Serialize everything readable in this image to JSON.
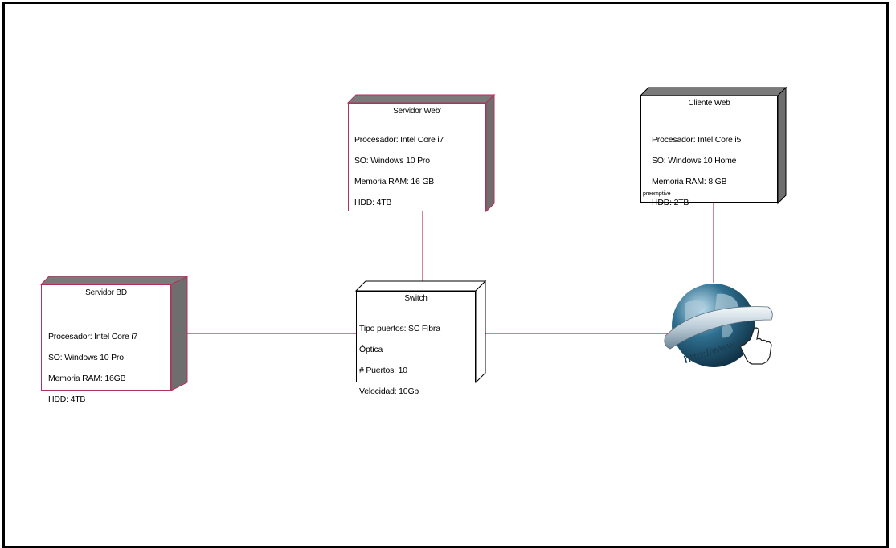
{
  "colors": {
    "node_border": "#b0315a",
    "plain_border": "#000000",
    "side_fill": "#6e6e6e",
    "top_fill": "#7a7a7a",
    "connector": "#b0315a"
  },
  "nodes": {
    "servidor_web": {
      "title": "Servidor Web'",
      "lines": [
        "Procesador: Intel Core i7",
        "SO: Windows 10 Pro",
        "Memoria RAM: 16 GB",
        "HDD: 4TB"
      ]
    },
    "cliente_web": {
      "title": "Cliente Web",
      "lines": [
        "Procesador: Intel Core i5",
        "SO: Windows 10 Home",
        "Memoria RAM: 8 GB",
        "HDD: 2TB"
      ],
      "tag": "preemptive"
    },
    "servidor_bd": {
      "title": "Servidor BD",
      "lines": [
        "Procesador: Intel Core i7",
        "SO: Windows 10 Pro",
        "Memoria RAM: 16GB",
        "HDD: 4TB"
      ]
    },
    "switch": {
      "title": "Switch",
      "lines": [
        "Tipo puertos: SC Fibra",
        "Óptica",
        "# Puertos: 10",
        "Velocidad: 10Gb"
      ]
    }
  },
  "internet": {
    "icon": "globe-http-icon",
    "label": "http://www."
  }
}
